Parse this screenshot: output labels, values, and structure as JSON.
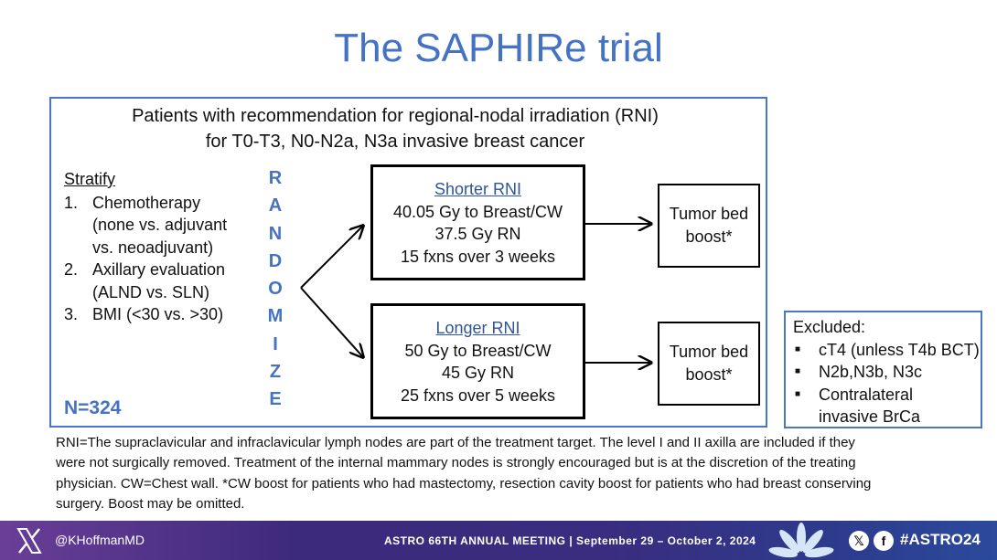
{
  "title": "The SAPHIRe trial",
  "header": {
    "line1": "Patients with recommendation for regional-nodal irradiation (RNI)",
    "line2": "for T0-T3, N0-N2a, N3a invasive breast cancer"
  },
  "stratify": {
    "heading": "Stratify",
    "items": [
      {
        "num": "1.",
        "lines": [
          "Chemotherapy",
          "(none vs. adjuvant",
          "vs. neoadjuvant)"
        ]
      },
      {
        "num": "2.",
        "lines": [
          "Axillary evaluation",
          "(ALND vs. SLN)"
        ]
      },
      {
        "num": "3.",
        "lines": [
          "BMI (<30 vs. >30)"
        ]
      }
    ]
  },
  "sample_size": "N=324",
  "randomize_letters": [
    "R",
    "A",
    "N",
    "D",
    "O",
    "M",
    "I",
    "Z",
    "E"
  ],
  "arms": [
    {
      "title": "Shorter RNI",
      "lines": [
        "40.05 Gy to Breast/CW",
        "37.5 Gy RN",
        "15 fxns over 3 weeks"
      ]
    },
    {
      "title": "Longer RNI",
      "lines": [
        "50 Gy to Breast/CW",
        "45 Gy RN",
        "25 fxns over 5 weeks"
      ]
    }
  ],
  "boost": {
    "line1": "Tumor bed",
    "line2": "boost*"
  },
  "excluded": {
    "heading": "Excluded:",
    "items": [
      {
        "lines": [
          "cT4 (unless T4b BCT)"
        ]
      },
      {
        "lines": [
          "N2b,N3b, N3c"
        ]
      },
      {
        "lines": [
          "Contralateral",
          "invasive BrCa"
        ]
      }
    ]
  },
  "footnote": {
    "lines": [
      "RNI=The supraclavicular and infraclavicular lymph nodes are part of the treatment target. The level I and II axilla are included if they",
      "were not surgically removed. Treatment of the internal mammary nodes is strongly encouraged but is at the discretion of the treating",
      "physician. CW=Chest wall. *CW boost for patients who had mastectomy, resection cavity boost for patients who had breast conserving",
      "surgery.  Boost may be omitted."
    ]
  },
  "footer": {
    "handle": "@KHoffmanMD",
    "meeting": "ASTRO 66TH ANNUAL MEETING  |  September 29 – October 2, 2024",
    "hashtag": "#ASTRO24",
    "x_glyph": "𝕏",
    "fb_glyph": "f"
  },
  "colors": {
    "accent": "#4472c4",
    "box_border": "#4a76c4",
    "arm_title": "#2e5597",
    "footer_start": "#6a3e97",
    "footer_end": "#2b4a9c"
  },
  "icons": [
    "x-logo-icon",
    "asterisk-flower-icon",
    "x-social-icon",
    "facebook-icon",
    "arrow-icon"
  ]
}
